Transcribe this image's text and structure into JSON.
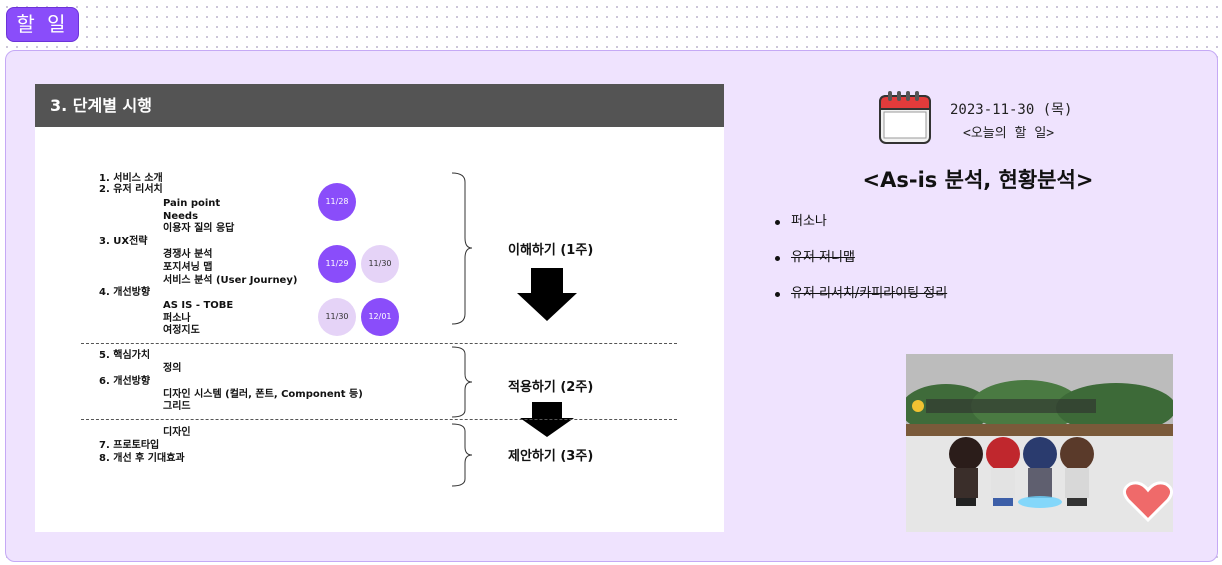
{
  "tag": {
    "label": "할 일"
  },
  "slide": {
    "title": "3. 단계별 시행",
    "items": [
      {
        "text": "1. 서비스 소개",
        "bold": true
      },
      {
        "text": "2. 유저 리서치",
        "bold": true
      },
      {
        "text": "Pain point",
        "bold": true
      },
      {
        "text": "Needs",
        "bold": true
      },
      {
        "text": "이용자 질의 응답",
        "bold": true
      },
      {
        "text": "3. UX전략",
        "bold": true
      },
      {
        "text": "경쟁사 분석",
        "bold": true
      },
      {
        "text": "포지셔닝 맵",
        "bold": true
      },
      {
        "text": "서비스 분석 (User Journey)",
        "bold": true
      },
      {
        "text": "4. 개선방향",
        "bold": true
      },
      {
        "text": "AS IS - TOBE",
        "bold": true
      },
      {
        "text": "퍼소나",
        "bold": true
      },
      {
        "text": "여정지도",
        "bold": true
      },
      {
        "text": "5. 핵심가치",
        "bold": true
      },
      {
        "text": "정의",
        "bold": true
      },
      {
        "text": "6. 개선방향",
        "bold": true
      },
      {
        "text": "디자인 시스템 (컬러, 폰트, Component 등)",
        "bold": true
      },
      {
        "text": "그리드",
        "bold": true
      },
      {
        "text": "디자인",
        "bold": true
      },
      {
        "text": "7. 프로토타입",
        "bold": true
      },
      {
        "text": "8. 개선 후 기대효과",
        "bold": true
      }
    ],
    "dates": {
      "d1": "11/28",
      "d2": "11/29",
      "d3": "11/30",
      "d4": "11/30",
      "d5": "12/01"
    },
    "phases": {
      "understand": "이해하기 (1주)",
      "apply": "적용하기 (2주)",
      "propose": "제안하기 (3주)"
    }
  },
  "todo": {
    "date": "2023-11-30 (목)",
    "subtitle": "<오늘의 할 일>",
    "headline": "<As-is 분석, 현황분석>",
    "items": [
      {
        "label": "퍼소나",
        "done": false
      },
      {
        "label": "유저 저니맵",
        "done": true
      },
      {
        "label": "유저 리서치/카피라이팅 정리",
        "done": true
      }
    ]
  },
  "colors": {
    "accent": "#8a4dfa",
    "accent_light": "#e5d3f7",
    "panel_bg": "#efe3fe",
    "slide_header": "#545454"
  },
  "icons": {
    "calendar": "calendar-icon",
    "arrow": "down-arrow-icon",
    "heart": "heart-icon"
  }
}
